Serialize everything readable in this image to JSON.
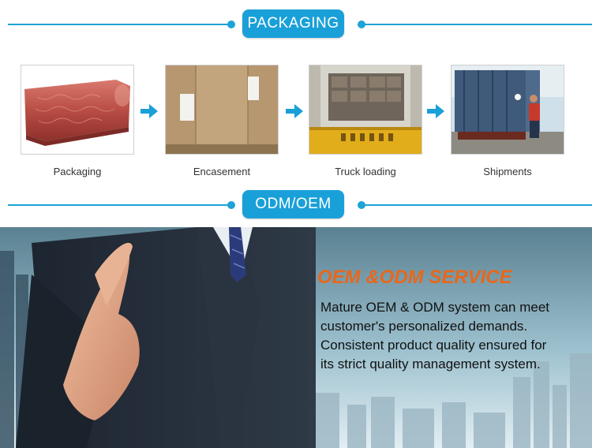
{
  "packaging": {
    "title": "PACKAGING",
    "steps": [
      {
        "label": "Packaging"
      },
      {
        "label": "Encasement"
      },
      {
        "label": "Truck loading"
      },
      {
        "label": "Shipments"
      }
    ]
  },
  "odm": {
    "title": "ODM/OEM"
  },
  "service": {
    "heading": "OEM &ODM SERVICE",
    "lines": [
      "Mature OEM & ODM system can meet",
      "customer's personalized demands.",
      "Consistent product quality ensured for",
      "its strict quality management system."
    ]
  },
  "colors": {
    "accent": "#1aa0d8",
    "heading": "#e8671b"
  }
}
